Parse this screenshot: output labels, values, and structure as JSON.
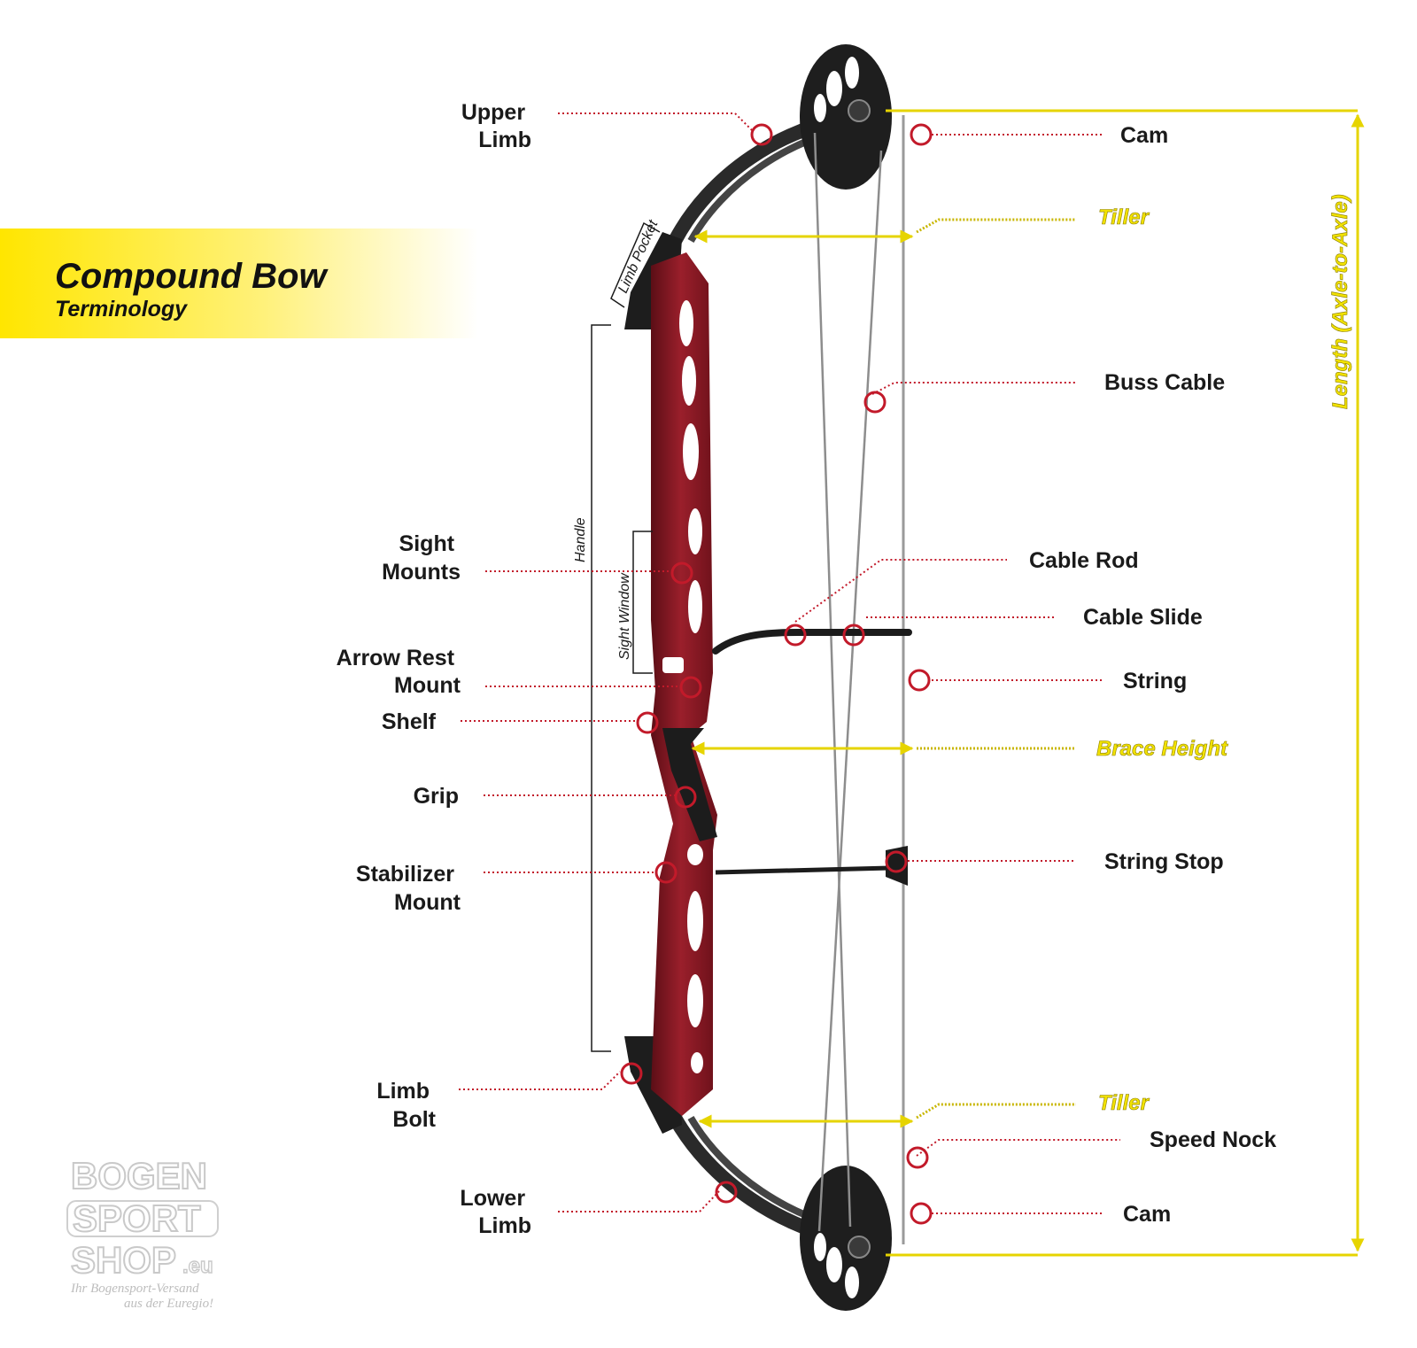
{
  "banner": {
    "title": "Compound Bow",
    "subtitle": "Terminology"
  },
  "labels": {
    "upper_limb": [
      "Upper",
      "Limb"
    ],
    "sight_mounts": [
      "Sight",
      "Mounts"
    ],
    "arrow_rest_mount": [
      "Arrow Rest",
      "Mount"
    ],
    "shelf": "Shelf",
    "grip": "Grip",
    "stabilizer_mount": [
      "Stabilizer",
      "Mount"
    ],
    "limb_bolt": [
      "Limb",
      "Bolt"
    ],
    "lower_limb": [
      "Lower",
      "Limb"
    ],
    "cam_top": "Cam",
    "tiller_top": "Tiller",
    "buss_cable": "Buss Cable",
    "cable_rod": "Cable Rod",
    "cable_slide": "Cable Slide",
    "string": "String",
    "brace_height": "Brace Height",
    "string_stop": "String Stop",
    "tiller_bottom": "Tiller",
    "speed_nock": "Speed Nock",
    "cam_bottom": "Cam",
    "length": "Length (Axle-to-Axle)",
    "limb_pocket": "Limb Pocket",
    "handle": "Handle",
    "sight_window": "Sight Window"
  },
  "logo": {
    "line1": "BOGEN",
    "line2": "SPORT",
    "line3": "SHOP",
    "line3_suffix": ".eu",
    "tagline1": "Ihr Bogensport-Versand",
    "tagline2": "aus der Euregio!"
  },
  "colors": {
    "marker_red": "#c21a2a",
    "dimension_yellow": "#e6d400",
    "riser_red": "#7e1620",
    "banner_yellow": "#ffe600"
  }
}
